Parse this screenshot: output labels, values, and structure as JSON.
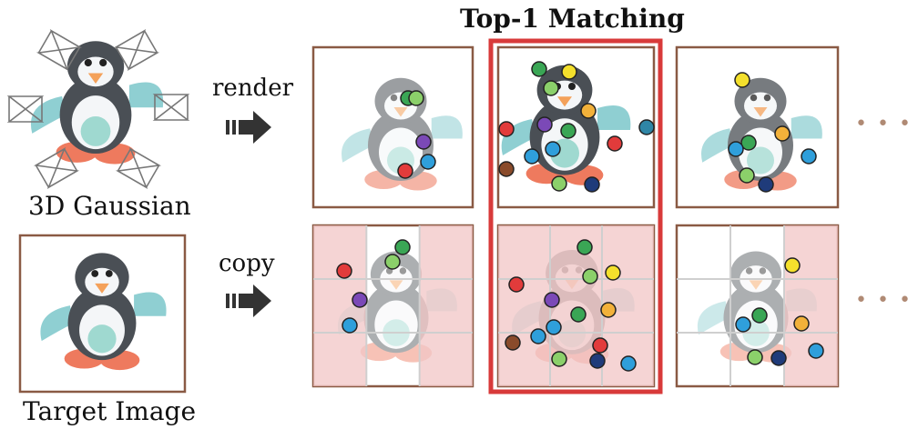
{
  "title": "Top-1 Matching",
  "labels": {
    "render": "render",
    "copy": "copy",
    "gaussian": "3D Gaussian",
    "target": "Target Image"
  },
  "ellipsis": "• • •",
  "colors": {
    "frame_brown": "#8a5a44",
    "highlight_red": "#d83a3a",
    "grid_tint": "#f1c6c6",
    "arrow": "#333333",
    "penguin_body": "#4a4f55",
    "penguin_belly": "#f4f6f8",
    "penguin_beak": "#f4a15a",
    "penguin_feet": "#ee7a5e",
    "wing": "#8fcfd2"
  },
  "points": {
    "green": "#3aa655",
    "lightgreen": "#8bd06a",
    "yellow": "#f4e02c",
    "orange": "#f2b13a",
    "red": "#e23b3b",
    "purple": "#7b49b7",
    "blue": "#2f9fdb",
    "navy": "#1f3b7a",
    "brown": "#8a4b2b",
    "teal": "#2f86a6"
  },
  "icons": {
    "camera": "camera-frustum-icon",
    "arrow": "right-arrow-icon"
  }
}
